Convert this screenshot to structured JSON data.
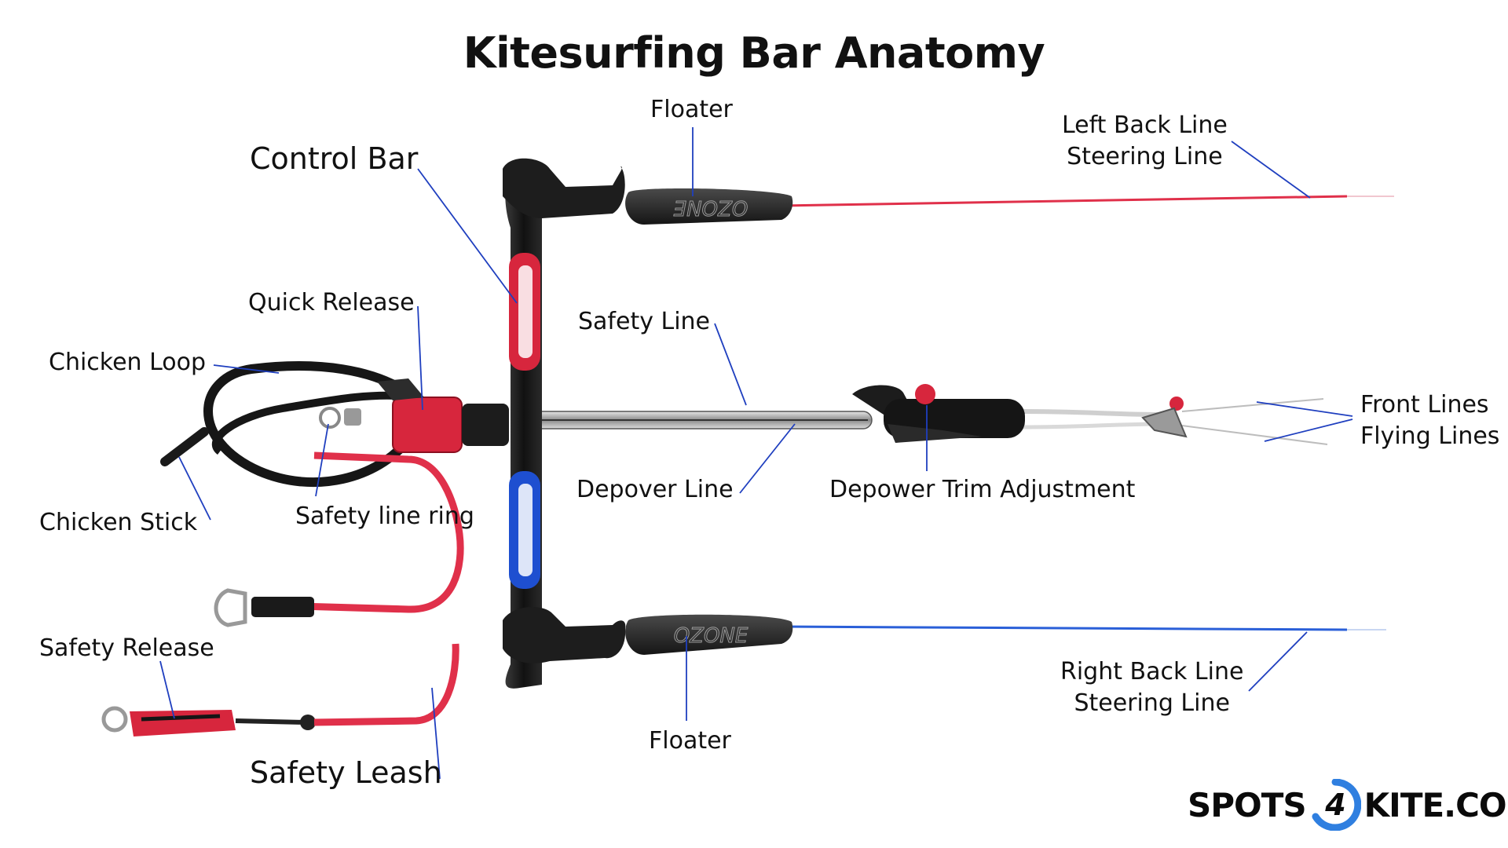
{
  "title": "Kitesurfing Bar Anatomy",
  "labels": {
    "floater_top": "Floater",
    "left_back_line": "Left Back Line",
    "left_steering_line": "Steering Line",
    "control_bar": "Control Bar",
    "quick_release": "Quick Release",
    "safety_line": "Safety Line",
    "chicken_loop": "Chicken Loop",
    "front_lines": "Front Lines",
    "flying_lines": "Flying Lines",
    "depover_line": "Depover Line",
    "depower_trim": "Depower Trim Adjustment",
    "chicken_stick": "Chicken Stick",
    "safety_line_ring": "Safety line ring",
    "safety_release": "Safety Release",
    "right_back_line": "Right Back Line",
    "right_steering_line": "Steering Line",
    "floater_bottom": "Floater",
    "safety_leash": "Safety Leash"
  },
  "logo": {
    "left": "SPOTS",
    "badge": "4",
    "right": "KITE.COM"
  },
  "floater_brand": "OZONE",
  "colors": {
    "leader_line": "#1f3fbf",
    "bar": "#1b1b1b",
    "red_accent": "#d7263d",
    "blue_accent": "#1e4fd0",
    "back_line_red": "#e0304a",
    "back_line_blue": "#2a5fd8",
    "logo_blue": "#2f7fe0"
  }
}
